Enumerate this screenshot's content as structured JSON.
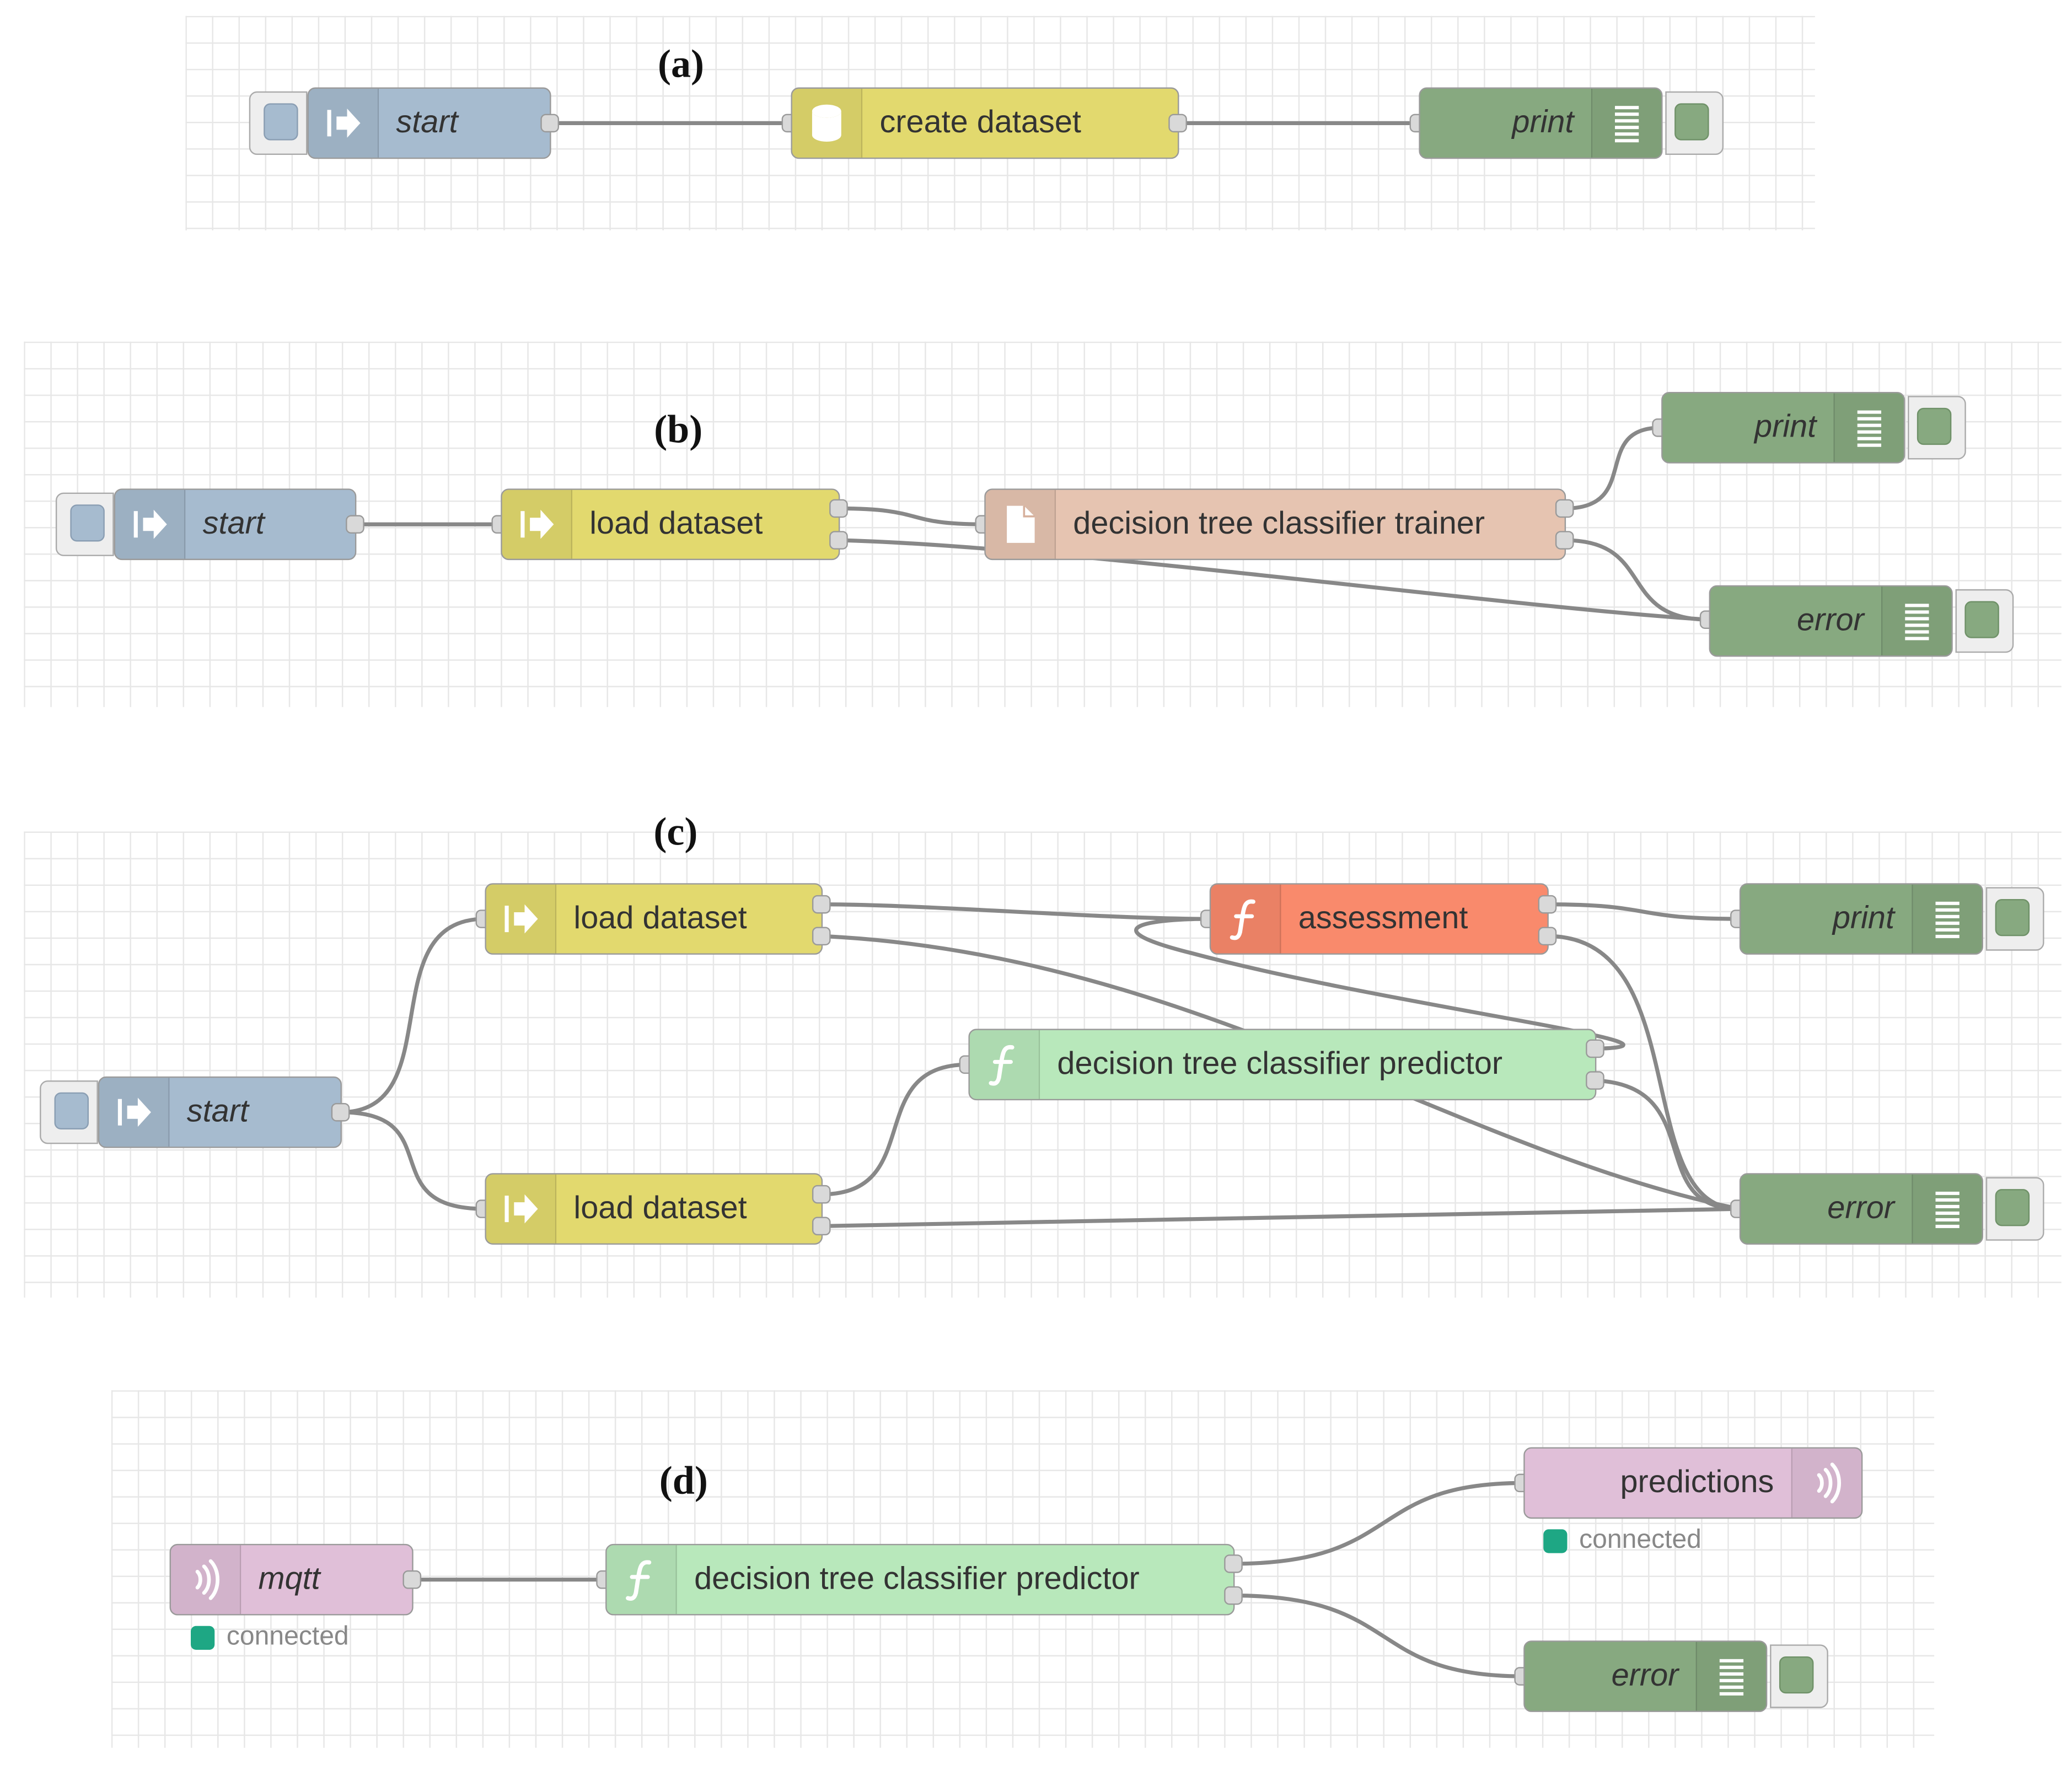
{
  "colors": {
    "inject": "#a6bbcf",
    "yellow_node": "#e2d96e",
    "trainer": "#e6c4b1",
    "function_orange": "#f98a6c",
    "function_green": "#b8e8bb",
    "debug": "#87a980",
    "mqtt": "#e0bfd8",
    "wire": "#888888",
    "status_connected": "#1ea784"
  },
  "panels": [
    {
      "label": "(a)",
      "nodes": [
        {
          "id": "a_start",
          "label": "start",
          "kind": "inject",
          "icon": "arrow-in-icon"
        },
        {
          "id": "a_create",
          "label": "create dataset",
          "kind": "db",
          "icon": "database-icon"
        },
        {
          "id": "a_print",
          "label": "print",
          "kind": "debug",
          "icon": "debug-list-icon"
        }
      ]
    },
    {
      "label": "(b)",
      "nodes": [
        {
          "id": "b_start",
          "label": "start",
          "kind": "inject",
          "icon": "arrow-in-icon"
        },
        {
          "id": "b_load",
          "label": "load dataset",
          "kind": "loader",
          "icon": "arrow-in-icon"
        },
        {
          "id": "b_trainer",
          "label": "decision tree classifier trainer",
          "kind": "trainer",
          "icon": "file-icon"
        },
        {
          "id": "b_print",
          "label": "print",
          "kind": "debug",
          "icon": "debug-list-icon"
        },
        {
          "id": "b_error",
          "label": "error",
          "kind": "debug",
          "icon": "debug-list-icon"
        }
      ]
    },
    {
      "label": "(c)",
      "nodes": [
        {
          "id": "c_start",
          "label": "start",
          "kind": "inject",
          "icon": "arrow-in-icon"
        },
        {
          "id": "c_load1",
          "label": "load dataset",
          "kind": "loader",
          "icon": "arrow-in-icon"
        },
        {
          "id": "c_load2",
          "label": "load dataset",
          "kind": "loader",
          "icon": "arrow-in-icon"
        },
        {
          "id": "c_assess",
          "label": "assessment",
          "kind": "function-orange",
          "icon": "function-icon"
        },
        {
          "id": "c_predictor",
          "label": "decision tree classifier predictor",
          "kind": "function-green",
          "icon": "function-icon"
        },
        {
          "id": "c_print",
          "label": "print",
          "kind": "debug",
          "icon": "debug-list-icon"
        },
        {
          "id": "c_error",
          "label": "error",
          "kind": "debug",
          "icon": "debug-list-icon"
        }
      ]
    },
    {
      "label": "(d)",
      "nodes": [
        {
          "id": "d_mqtt",
          "label": "mqtt",
          "kind": "mqtt-in",
          "icon": "mqtt-signal-icon",
          "status": "connected"
        },
        {
          "id": "d_predictor",
          "label": "decision tree classifier predictor",
          "kind": "function-green",
          "icon": "function-icon"
        },
        {
          "id": "d_predictions",
          "label": "predictions",
          "kind": "mqtt-out",
          "icon": "mqtt-signal-icon",
          "status": "connected"
        },
        {
          "id": "d_error",
          "label": "error",
          "kind": "debug",
          "icon": "debug-list-icon"
        }
      ]
    }
  ],
  "wires": [
    {
      "from": "a_start",
      "to": "a_create"
    },
    {
      "from": "a_create",
      "to": "a_print"
    },
    {
      "from": "b_start",
      "to": "b_load"
    },
    {
      "from": "b_load",
      "from_port": 1,
      "to": "b_trainer"
    },
    {
      "from": "b_load",
      "from_port": 2,
      "to": "b_error"
    },
    {
      "from": "b_trainer",
      "from_port": 1,
      "to": "b_print"
    },
    {
      "from": "b_trainer",
      "from_port": 2,
      "to": "b_error"
    },
    {
      "from": "c_start",
      "to": "c_load1"
    },
    {
      "from": "c_start",
      "to": "c_load2"
    },
    {
      "from": "c_load1",
      "from_port": 1,
      "to": "c_assess"
    },
    {
      "from": "c_load1",
      "from_port": 2,
      "to": "c_error"
    },
    {
      "from": "c_load2",
      "from_port": 1,
      "to": "c_predictor"
    },
    {
      "from": "c_load2",
      "from_port": 2,
      "to": "c_error"
    },
    {
      "from": "c_predictor",
      "from_port": 1,
      "to": "c_assess"
    },
    {
      "from": "c_predictor",
      "from_port": 2,
      "to": "c_error"
    },
    {
      "from": "c_assess",
      "from_port": 1,
      "to": "c_print"
    },
    {
      "from": "c_assess",
      "from_port": 2,
      "to": "c_error"
    },
    {
      "from": "d_mqtt",
      "to": "d_predictor"
    },
    {
      "from": "d_predictor",
      "from_port": 1,
      "to": "d_predictions"
    },
    {
      "from": "d_predictor",
      "from_port": 2,
      "to": "d_error"
    }
  ]
}
